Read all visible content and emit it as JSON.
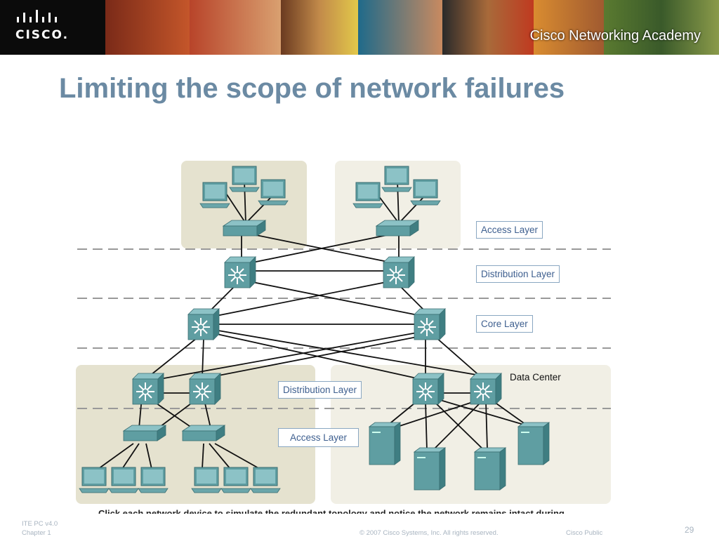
{
  "header": {
    "logo_text": "CISCO.",
    "academy_text": "Cisco Networking Academy"
  },
  "slide": {
    "title": "Limiting the scope of network failures"
  },
  "diagram": {
    "labels": {
      "top_access": "Access Layer",
      "top_distribution": "Distribution Layer",
      "core": "Core Layer",
      "bottom_distribution": "Distribution Layer",
      "bottom_access": "Access Layer",
      "data_center": "Data Center"
    },
    "caption": "Click each network device to simulate the redundant topology and notice the network remains intact during device failure."
  },
  "footer": {
    "course": "ITE PC v4.0",
    "chapter": "Chapter 1",
    "copyright": "© 2007 Cisco Systems, Inc. All rights reserved.",
    "classification": "Cisco Public",
    "page": "29"
  },
  "colors": {
    "title": "#6b8aa3",
    "device": "#4f8f92",
    "label_border": "#8aa7c2",
    "label_text": "#3e5f8f",
    "zone": "#e5e2cf"
  }
}
